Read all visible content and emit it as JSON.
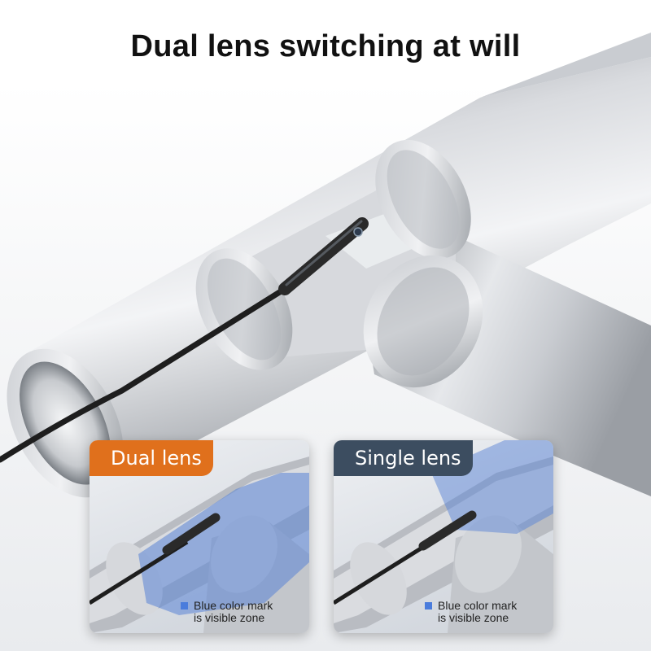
{
  "title": "Dual lens switching at will",
  "panels": [
    {
      "label": "Dual lens",
      "label_color": "#e0701c",
      "visible_zone": "full",
      "note_line1": "Blue color mark",
      "note_line2": "is visible zone"
    },
    {
      "label": "Single lens",
      "label_color": "#3c4d60",
      "visible_zone": "upper-pipe",
      "note_line1": "Blue color mark",
      "note_line2": "is visible zone"
    }
  ],
  "colors": {
    "marker_blue": "#4a7cdc",
    "pipe_silver": "#b9bcc2",
    "cable_black": "#1e1e1e"
  }
}
